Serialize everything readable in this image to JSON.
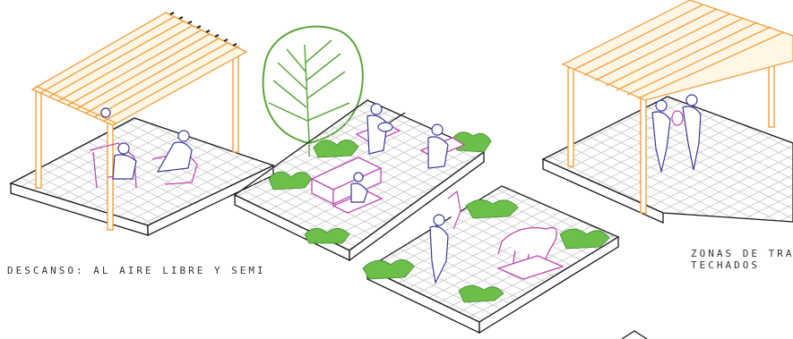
{
  "captions": {
    "left": "DESCANSO: AL AIRE LIBRE Y SEMI",
    "right_line1": "ZONAS DE TRA",
    "right_line2": "TECHADOS"
  },
  "colors": {
    "outline": "#1a1a1a",
    "pergola": "#f0a040",
    "tree": "#5aa63a",
    "vegetation": "#6cc04a",
    "people": "#3a3a9a",
    "furniture": "#c04ab0",
    "grid": "#bdbdbd"
  },
  "icons": [
    "pergola",
    "tree",
    "planter",
    "bench",
    "person",
    "guitar-player",
    "sculpture",
    "bull-sculpture",
    "chair"
  ]
}
